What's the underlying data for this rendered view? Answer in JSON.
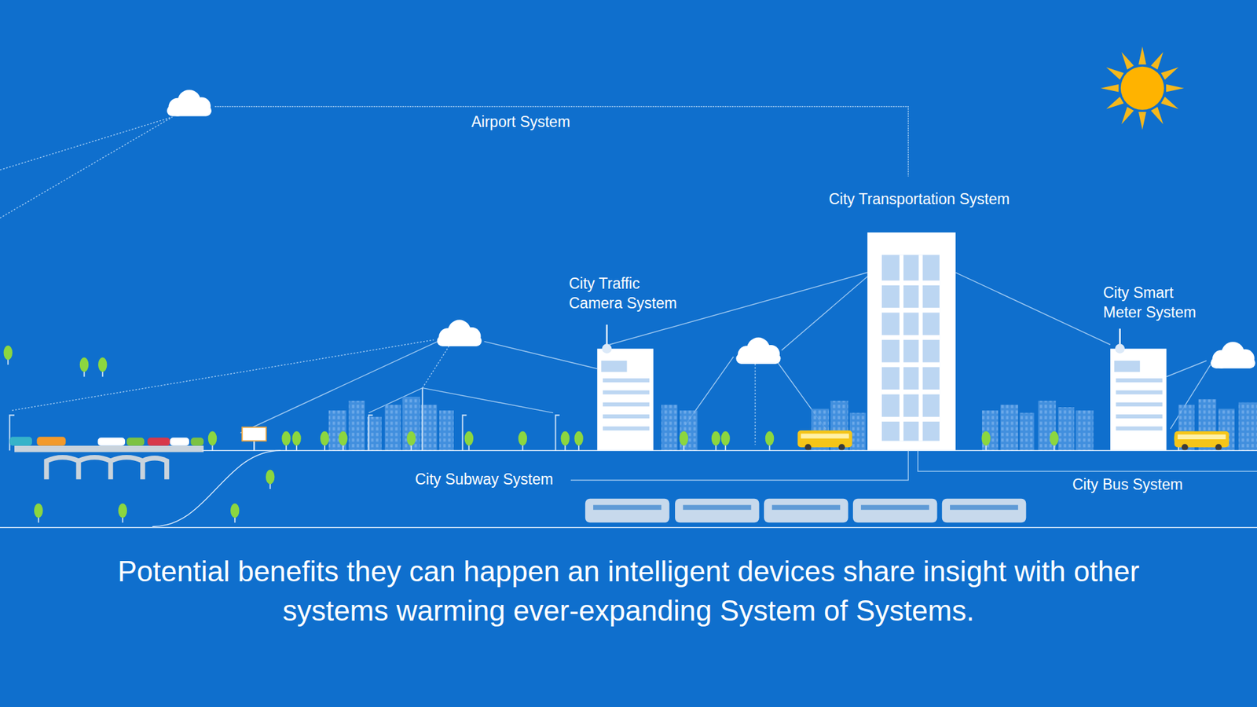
{
  "diagram": {
    "caption": "Potential benefits they can happen an intelligent devices share insight with other systems warming ever-expanding System of Systems.",
    "labels": [
      "Airport System",
      "City Transportation System",
      "City Traffic Camera System",
      "City Smart Meter System",
      "City Subway System",
      "City Bus System"
    ]
  }
}
